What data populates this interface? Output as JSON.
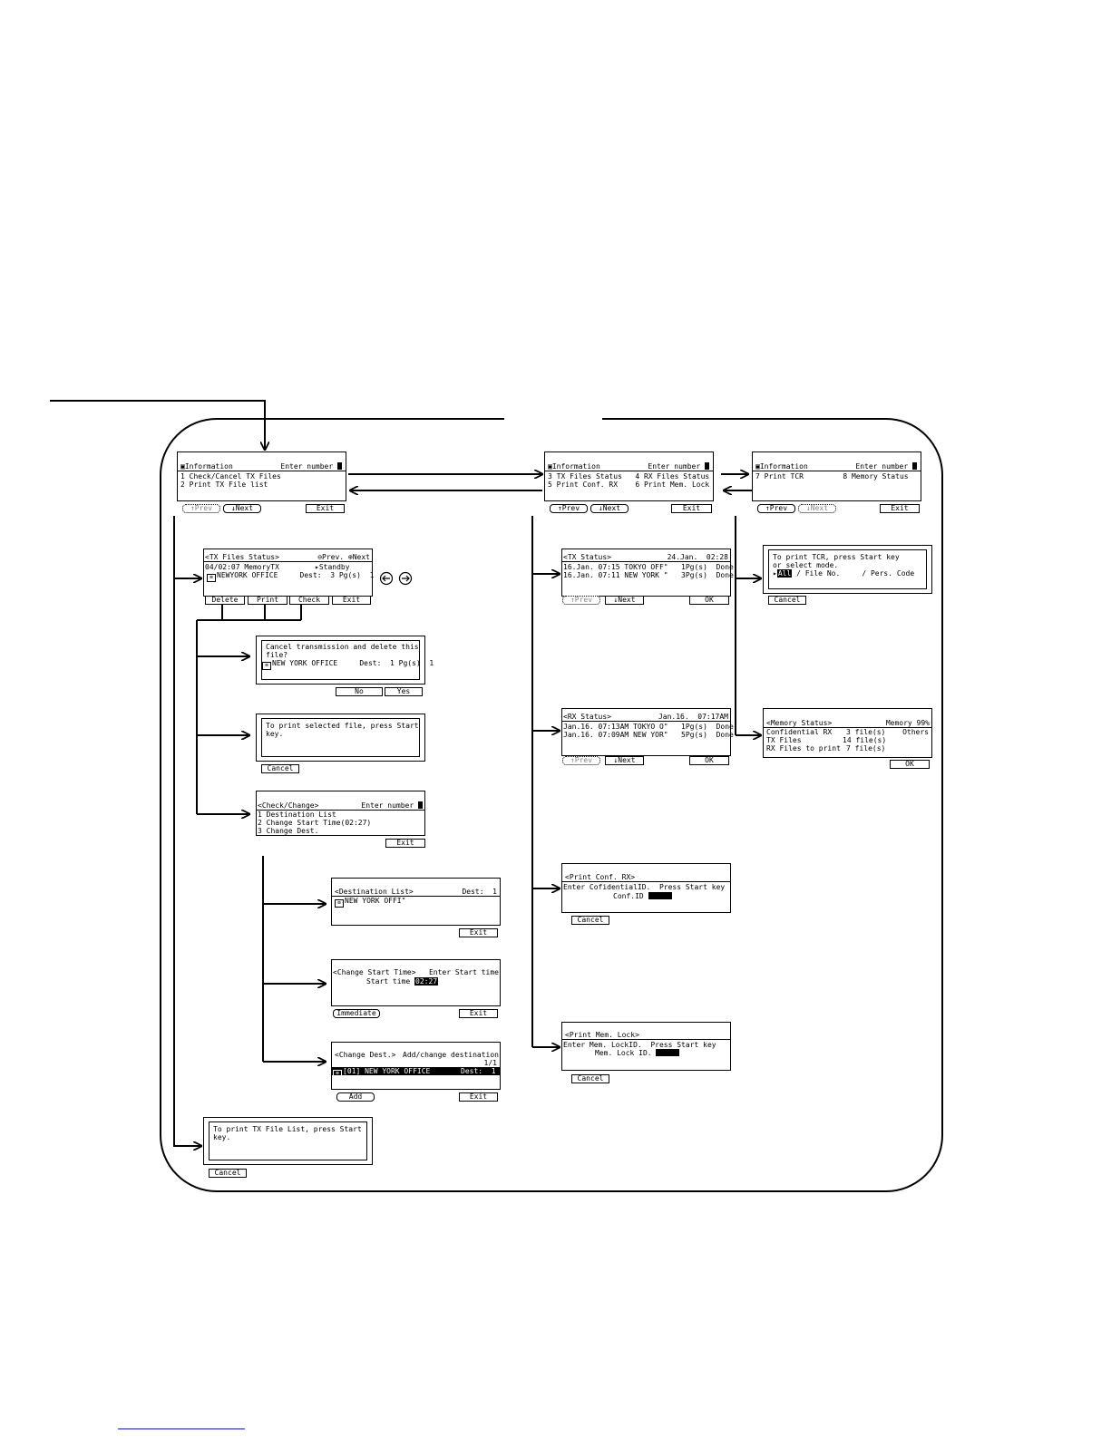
{
  "colors": {
    "line": "#000000",
    "background": "#ffffff",
    "footer_link": "#0000ee"
  },
  "icons": {
    "circle_left": "circle-left-arrow-icon",
    "circle_right": "circle-right-arrow-icon",
    "cursor": "block-cursor-icon",
    "fax": "fax-icon"
  },
  "info1": {
    "title": "▣Information",
    "prompt": "Enter number",
    "l1": "1 Check/Cancel TX Files",
    "l2": "2 Print TX File list",
    "b_prev": "↑Prev",
    "b_next": "↓Next",
    "b_exit": "Exit"
  },
  "info2": {
    "title": "▣Information",
    "prompt": "Enter number",
    "l1": "3 TX Files Status   4 RX Files Status",
    "l2": "5 Print Conf. RX    6 Print Mem. Lock",
    "b_prev": "↑Prev",
    "b_next": "↓Next",
    "b_exit": "Exit"
  },
  "info3": {
    "title": "▣Information",
    "prompt": "Enter number",
    "l1": "7 Print TCR         8 Memory Status",
    "b_prev": "↑Prev",
    "b_next": "↓Next",
    "b_exit": "Exit"
  },
  "txfiles": {
    "title": "<TX Files Status>",
    "nav": "⊖Prev. ⊕Next",
    "l1a": "04/02:07 MemoryTX",
    "l1b": "▸Standby",
    "l2": "NEWYORK OFFICE     Dest:  3 Pg(s)  1",
    "b_delete": "Delete",
    "b_print": "Print",
    "b_check": "Check",
    "b_exit": "Exit"
  },
  "cancel_tx": {
    "l1": "Cancel transmission and delete this",
    "l2": "file?",
    "l3": "NEW YORK OFFICE     Dest:  1 Pg(s)  1",
    "b_no": "No",
    "b_yes": "Yes"
  },
  "print_sel": {
    "l1": "To print selected file, press Start",
    "l2": "key.",
    "b_cancel": "Cancel"
  },
  "check_change": {
    "title": "<Check/Change>",
    "prompt": "Enter number",
    "l1": "1 Destination List",
    "l2": "2 Change Start Time(02:27)",
    "l3": "3 Change Dest.",
    "b_exit": "Exit"
  },
  "dest_list": {
    "title": "<Destination List>",
    "dest": "Dest:  1",
    "l1": "NEW YORK OFFI\"",
    "b_exit": "Exit"
  },
  "change_time": {
    "title": "<Change Start Time>",
    "prompt": "Enter Start time",
    "label": "Start time",
    "value": "02:27",
    "b_immediate": "Immediate",
    "b_exit": "Exit"
  },
  "change_dest": {
    "title": "<Change Dest.>",
    "prompt": "Add/change destination",
    "page": "1/1",
    "row": "[01] NEW YORK OFFICE       Dest:  1",
    "b_add": "Add",
    "b_exit": "Exit"
  },
  "print_list": {
    "l1": "To print TX File List, press Start",
    "l2": "key.",
    "b_cancel": "Cancel"
  },
  "tx_status": {
    "title": "<TX Status>",
    "date": "24.Jan.  02:28",
    "r1": "16.Jan. 07:15 TOKYO OFF\"   1Pg(s)  Done",
    "r2": "16.Jan. 07:11 NEW YORK \"   3Pg(s)  Done",
    "b_prev": "↑Prev",
    "b_next": "↓Next",
    "b_ok": "OK"
  },
  "rx_status": {
    "title": "<RX Status>",
    "date": "Jan.16.  07:17AM",
    "r1": "Jan.16. 07:13AM TOKYO O\"   1Pg(s)  Done",
    "r2": "Jan.16. 07:09AM NEW YOR\"   5Pg(s)  Done",
    "b_prev": "↑Prev",
    "b_next": "↓Next",
    "b_ok": "OK"
  },
  "print_conf": {
    "title": "<Print Conf. RX>",
    "l1": "Enter CofidentialID.  Press Start key",
    "l2": "Conf.ID",
    "b_cancel": "Cancel"
  },
  "print_mem": {
    "title": "<Print Mem. Lock>",
    "l1": "Enter Mem. LockID.  Press Start key",
    "l2": "Mem. Lock ID.",
    "b_cancel": "Cancel"
  },
  "print_tcr": {
    "l1": "To print TCR, press Start key",
    "l2": "or select mode.",
    "opt_all": "All",
    "opt_rest": " / File No.     / Pers. Code",
    "b_cancel": "Cancel"
  },
  "mem_status": {
    "title": "<Memory Status>",
    "memory": "Memory 99%",
    "r1a": "Confidential RX",
    "r1b": "3 file(s)",
    "r1c": "Others",
    "r2a": "TX Files",
    "r2b": "14 file(s)",
    "r3a": "RX Files to print",
    "r3b": "7 file(s)",
    "b_ok": "OK"
  }
}
